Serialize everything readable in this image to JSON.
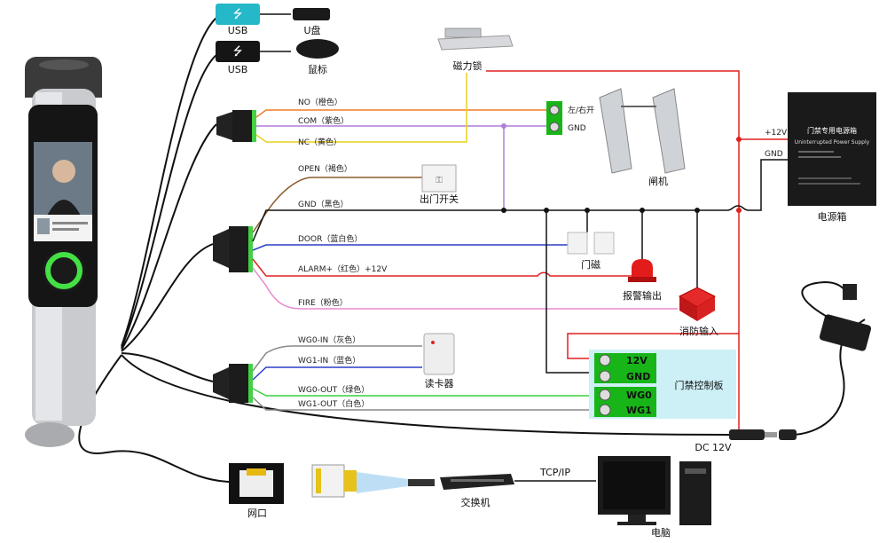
{
  "usb": {
    "port1": "USB",
    "port2": "USB",
    "udisk": "U盘",
    "mouse": "鼠标"
  },
  "lock": {
    "label": "磁力锁"
  },
  "wires": {
    "no": "NO（橙色）",
    "com": "COM（紫色）",
    "nc": "NC（黄色）",
    "open": "OPEN（褐色）",
    "gnd": "GND（黑色）",
    "door": "DOOR（蓝白色）",
    "alarm": "ALARM+（红色）+12V",
    "fire": "FIRE（粉色）",
    "wg0in": "WG0-IN（灰色）",
    "wg1in": "WG1-IN（蓝色）",
    "wg0out": "WG0-OUT（绿色）",
    "wg1out": "WG1-OUT（白色）"
  },
  "gate": {
    "terminal_top": "左/右开",
    "terminal_bottom": "GND",
    "label": "闸机"
  },
  "devices": {
    "exit_button": "出门开关",
    "door_sensor": "门磁",
    "alarm_out": "报警输出",
    "fire_in": "消防输入",
    "card_reader": "读卡器"
  },
  "power_box": {
    "plus12v": "+12V",
    "gnd": "GND",
    "title_cn": "门禁专用电源箱",
    "title_en": "Uninterrupted Power Supply",
    "label": "电源箱"
  },
  "controller": {
    "label": "门禁控制板",
    "t1": "12V",
    "t2": "GND",
    "t3": "WG0",
    "t4": "WG1"
  },
  "power_adapter": {
    "label": "DC 12V"
  },
  "network": {
    "port": "网口",
    "switch": "交换机",
    "protocol": "TCP/IP",
    "computer": "电脑"
  },
  "colors": {
    "orange": "#f07b2a",
    "purple": "#b07fd8",
    "yellow": "#e8d21c",
    "brown": "#8b5a2b",
    "blue": "#2b3fc9",
    "red": "#e02020",
    "pink": "#e88ad0",
    "gray": "#8a8a8a",
    "green": "#3ccf3c",
    "terminal_green": "#18b518",
    "controller_bg": "#cdf0f6"
  }
}
